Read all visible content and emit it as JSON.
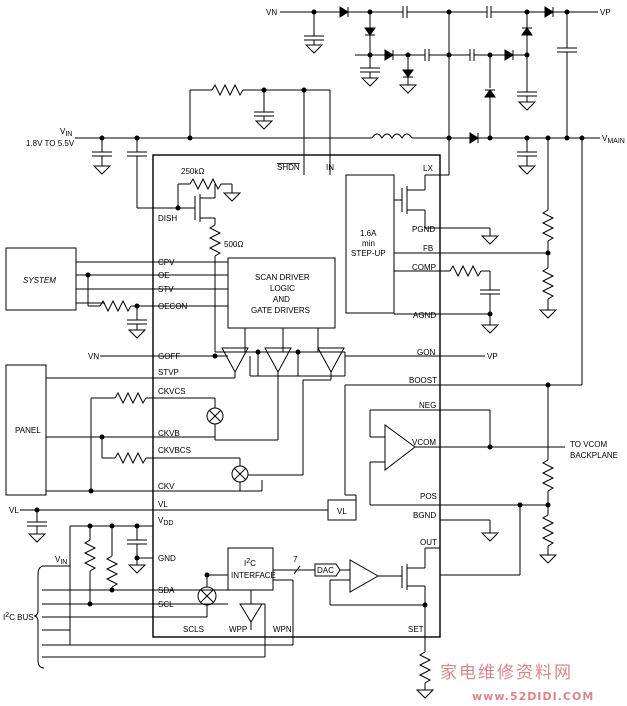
{
  "labels": {
    "vn_top": "VN",
    "vp_top": "VP",
    "vin": "V",
    "vin_sub": "IN",
    "vin_range": "1.8V TO 5.5V",
    "vmain": "V",
    "vmain_sub": "MAIN",
    "shdn": "SHDN",
    "in": "IN",
    "lx": "LX",
    "r250": "250kΩ",
    "dish": "DISH",
    "r500": "500Ω",
    "stepup_1": "1.6A",
    "stepup_2": "min",
    "stepup_3": "STEP-UP",
    "pgnd": "PGND",
    "fb": "FB",
    "comp": "COMP",
    "agnd": "AGND",
    "system": "SYSTEM",
    "cpv": "CPV",
    "oe": "OE",
    "stv": "STV",
    "oecon": "OECON",
    "scan_1": "SCAN DRIVER",
    "scan_2": "LOGIC",
    "scan_3": "AND",
    "scan_4": "GATE DRIVERS",
    "vn_left": "VN",
    "goff": "GOFF",
    "gon": "GON",
    "vp_right": "VP",
    "stvp": "STVP",
    "boost": "BOOST",
    "ckvcs": "CKVCS",
    "neg": "NEG",
    "panel": "PANEL",
    "ckvb": "CKVB",
    "vcom": "VCOM",
    "to_vcom_1": "TO VCOM",
    "to_vcom_2": "BACKPLANE",
    "ckvbcs": "CKVBCS",
    "ckv": "CKV",
    "pos": "POS",
    "vl_left": "VL",
    "vl_pin": "VL",
    "vl_box": "VL",
    "bgnd": "BGND",
    "vdd": "V",
    "vdd_sub": "DD",
    "out": "OUT",
    "vin2": "V",
    "vin2_sub": "IN",
    "gnd": "GND",
    "i2c_1": "I",
    "i2c_sup": "2",
    "i2c_2": "C",
    "i2c_3": "INTERFACE",
    "bus_num": "7",
    "dac": "DAC",
    "sda": "SDA",
    "scl": "SCL",
    "i2c_bus_1": "I",
    "i2c_bus_sup": "2",
    "i2c_bus_2": "C BUS",
    "scls": "SCLS",
    "wpp": "WPP",
    "wpn": "WPN",
    "set": "SET",
    "watermark": "家电维修资料网",
    "watermark_url": "www.52DIDI.COM"
  }
}
